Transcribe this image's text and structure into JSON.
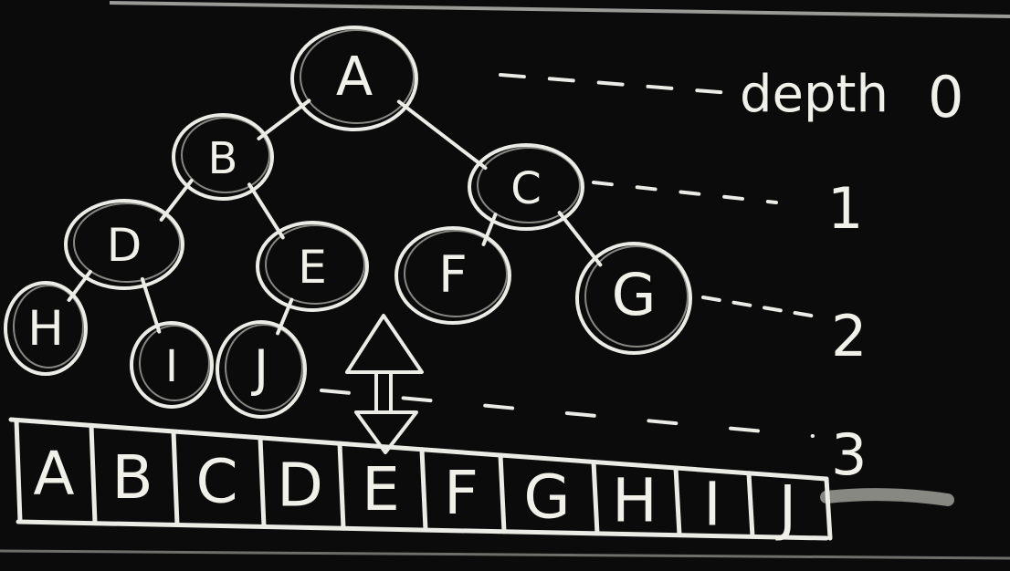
{
  "tree": {
    "nodes": [
      {
        "id": "A",
        "label": "A",
        "depth": 0
      },
      {
        "id": "B",
        "label": "B",
        "depth": 1
      },
      {
        "id": "C",
        "label": "C",
        "depth": 1
      },
      {
        "id": "D",
        "label": "D",
        "depth": 2
      },
      {
        "id": "E",
        "label": "E",
        "depth": 2
      },
      {
        "id": "F",
        "label": "F",
        "depth": 2
      },
      {
        "id": "G",
        "label": "G",
        "depth": 2
      },
      {
        "id": "H",
        "label": "H",
        "depth": 3
      },
      {
        "id": "I",
        "label": "I",
        "depth": 3
      },
      {
        "id": "J",
        "label": "J",
        "depth": 3
      }
    ],
    "edges": [
      [
        "A",
        "B"
      ],
      [
        "A",
        "C"
      ],
      [
        "B",
        "D"
      ],
      [
        "B",
        "E"
      ],
      [
        "C",
        "F"
      ],
      [
        "C",
        "G"
      ],
      [
        "D",
        "H"
      ],
      [
        "D",
        "I"
      ],
      [
        "E",
        "J"
      ]
    ]
  },
  "depth_labels": {
    "word": "depth",
    "levels": [
      "0",
      "1",
      "2",
      "3"
    ]
  },
  "array": {
    "cells": [
      "A",
      "B",
      "C",
      "D",
      "E",
      "F",
      "G",
      "H",
      "I",
      "J"
    ]
  },
  "colors": {
    "board": "#0b0b0b",
    "chalk": "#ecece6"
  }
}
